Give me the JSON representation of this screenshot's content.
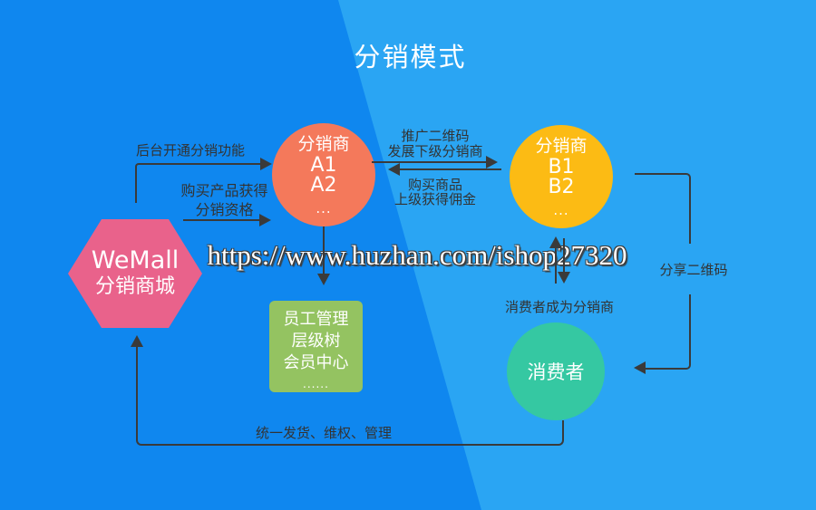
{
  "title": {
    "text": "分销模式"
  },
  "watermark": {
    "text": "https://www.huzhan.com/ishop27320"
  },
  "colors": {
    "bg_left": "#0F87EF",
    "bg_right": "#2AA5F3",
    "hexagon": "#E9628B",
    "circle_a": "#F4795B",
    "circle_b": "#FCBB14",
    "consumer": "#35C8A2",
    "management_box": "#94C361",
    "arrow": "#3A3A3A",
    "edge_label_text": "#333333",
    "node_text": "#FFFFFF"
  },
  "nodes": {
    "wemall": {
      "line1": "WeMall",
      "line2": "分销商城"
    },
    "distributor_a": {
      "title": "分销商",
      "item1": "A1",
      "item2": "A2",
      "dots": "..."
    },
    "distributor_b": {
      "title": "分销商",
      "item1": "B1",
      "item2": "B2",
      "dots": "..."
    },
    "management": {
      "line1": "员工管理",
      "line2": "层级树",
      "line3": "会员中心",
      "dots": "......"
    },
    "consumer": {
      "label": "消费者"
    }
  },
  "edges": {
    "enable": {
      "label": "后台开通分销功能"
    },
    "qualify": {
      "line1": "购买产品获得",
      "line2": "分销资格"
    },
    "promote": {
      "line1": "推广二维码",
      "line2": "发展下级分销商"
    },
    "buy": {
      "line1": "购买商品",
      "line2": "上级获得佣金"
    },
    "share": {
      "label": "分享二维码"
    },
    "become": {
      "label": "消费者成为分销商"
    },
    "unified": {
      "label": "统一发货、维权、管理"
    }
  }
}
